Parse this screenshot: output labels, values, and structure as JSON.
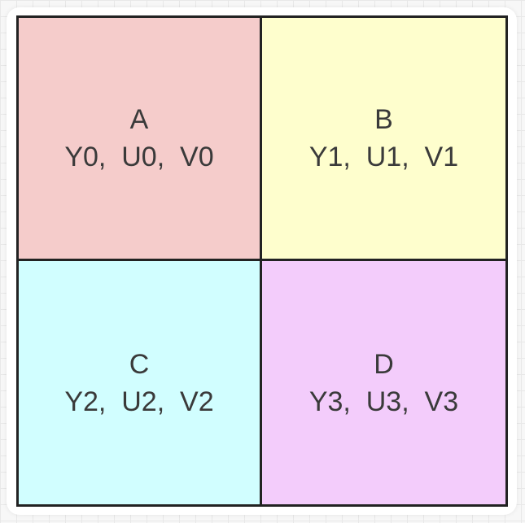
{
  "cells": [
    {
      "label": "A",
      "values": "Y0,  U0,  V0",
      "color": "#f5cccb"
    },
    {
      "label": "B",
      "values": "Y1,  U1,  V1",
      "color": "#fefecd"
    },
    {
      "label": "C",
      "values": "Y2,  U2,  V2",
      "color": "#d1feff"
    },
    {
      "label": "D",
      "values": "Y3,  U3,  V3",
      "color": "#f3ccfb"
    }
  ]
}
